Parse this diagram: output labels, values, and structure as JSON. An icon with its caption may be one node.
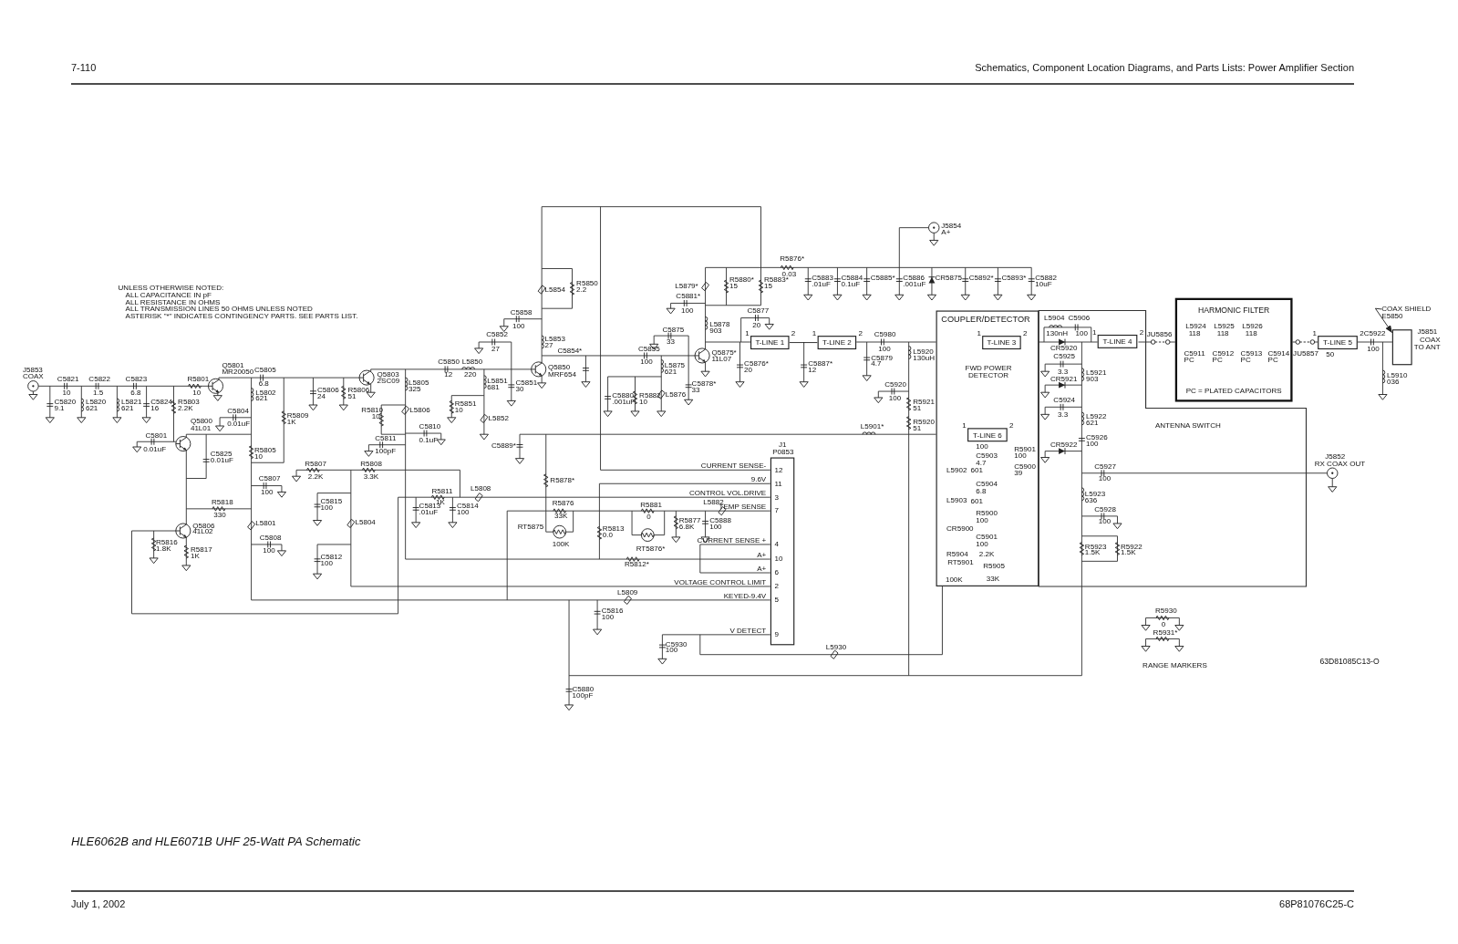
{
  "diagram": {
    "caption": "HLE6062B and HLE6071B UHF 25-Watt PA Schematic",
    "nodes": [
      {
        "text": [
          "COUPLER/DETECTOR",
          "FWD POWER DETECTOR"
        ]
      },
      {
        "text": [
          "T-LINE 3"
        ],
        "in": 0,
        "beside": [
          "1",
          "2"
        ]
      },
      {
        "text": [
          "T-LINE 6"
        ],
        "in": 0,
        "beside": [
          "1",
          "2",
          "100"
        ]
      },
      {
        "text": [
          "ANTENNA SWITCH"
        ]
      },
      {
        "text": [
          "T-LINE 4"
        ],
        "in": 3,
        "beside": [
          "1",
          "2"
        ]
      },
      {
        "text": [
          "HARMONIC FILTER",
          "PC = PLATED CAPACITORS"
        ]
      },
      {
        "text": [
          "T-LINE 1"
        ],
        "beside": [
          "1",
          "2"
        ]
      },
      {
        "text": [
          "T-LINE 2"
        ],
        "beside": [
          "1",
          "2"
        ]
      },
      {
        "text": [
          "T-LINE 5"
        ],
        "beside": [
          "1",
          "2",
          "50"
        ]
      },
      {
        "text": [
          "J1",
          "P0853"
        ]
      },
      {
        "text": [
          "COAX SHIELD",
          "E5850"
        ]
      },
      {
        "text": [],
        "shape": "box"
      }
    ],
    "edges": [
      {
        "from": 6,
        "to": 7,
        "arrow": "none"
      },
      {
        "from": 10,
        "to": 11,
        "arrow": "to"
      }
    ],
    "labels": [
      "7-110",
      "Schematics, Component Location Diagrams, and Parts Lists: Power Amplifier Section",
      "UNLESS OTHERWISE NOTED:",
      "ALL CAPACITANCE IN pF",
      "ALL RESISTANCE IN OHMS",
      "ALL TRANSMISSION LINES 50 OHMS UNLESS NOTED",
      "ASTERISK \"*\" INDICATES CONTINGENCY PARTS. SEE PARTS LIST.",
      "J5853",
      "COAX",
      "C5821",
      "10",
      "C5820",
      "9.1",
      "C5822",
      "1.5",
      "L5820",
      "621",
      "L5821",
      "621",
      "C5823",
      "6.8",
      "C5824",
      "16",
      "R5803",
      "2.2K",
      "R5801",
      "10",
      "Q5801",
      "MR20050",
      "C5805",
      "6.8",
      "L5802",
      "621",
      "C5804",
      "0.01uF",
      "R5809",
      "1K",
      "C5806",
      "24",
      "R5806",
      "51",
      "Q5803",
      "2SC09",
      "C5850",
      "12",
      "L5850",
      "220",
      "L5805",
      "325",
      "R5810",
      "10",
      "L5806",
      "C5810",
      "0.1uF",
      "C5811",
      "100pF",
      "L5851",
      "681",
      "R5851",
      "10",
      "L5852",
      "C5851",
      "30",
      "C5852",
      "27",
      "C5858",
      "100",
      "L5854",
      "R5850",
      "2.2",
      "L5853",
      "27",
      "Q5850",
      "MRF654",
      "C5854*",
      "C5855",
      "100",
      "C5875",
      "33",
      "L5875",
      "621",
      "C5880",
      ".001uF",
      "R5882",
      "10",
      "L5876",
      "C5878*",
      "33",
      "Q5875*",
      "11L07",
      "L5878",
      "903",
      "L5879*",
      "C5881*",
      "100",
      "R5880*",
      "15",
      "R5883*",
      "15",
      "R5876*",
      "0.03",
      "C5883",
      ".01uF",
      "C5884",
      "0.1uF",
      "C5885*",
      "C5886",
      ".001uF",
      "CR5875",
      "C5892*",
      "C5893*",
      "C5882",
      "10uF",
      "J5854",
      "A+",
      "C5877",
      "20",
      "C5876*",
      "20",
      "C5887*",
      "12",
      "C5980",
      "100",
      "C5879",
      "4.7",
      "L5920",
      "130uH",
      "C5920",
      "100",
      "R5921",
      "51",
      "R5920",
      "51",
      "L5901*",
      "C5889*",
      "R5878*",
      "CURRENT SENSE-",
      "12",
      "9.6V",
      "11",
      "CONTROL VOL.DRIVE",
      "3",
      "TEMP SENSE",
      "7",
      "CURRENT SENSE +",
      "4",
      "A+",
      "10",
      "A+",
      "6",
      "VOLTAGE CONTROL LIMIT",
      "2",
      "KEYED-9.4V",
      "5",
      "V DETECT",
      "9",
      "R5876",
      "33K",
      "RT5875",
      "100K",
      "R5881",
      "0",
      "RT5876*",
      "R5877",
      "6.8K",
      "C5888",
      "100",
      "L5882",
      "R5813",
      "0.0",
      "R5812*",
      "L5809",
      "C5816",
      "100",
      "C5930",
      "100",
      "L5930",
      "C5880",
      "100pF",
      "Q5800",
      "41L01",
      "C5801",
      "0.01uF",
      "C5825",
      "0.01uF",
      "R5805",
      "10",
      "C5807",
      "100",
      "R5818",
      "330",
      "L5801",
      "C5808",
      "100",
      "Q5806",
      "41L02",
      "R5817",
      "1K",
      "R5816",
      "1.8K",
      "R5807",
      "2.2K",
      "R5808",
      "3.3K",
      "C5815",
      "100",
      "L5804",
      "C5812",
      "100",
      "C5813",
      ".01uF",
      "R5811",
      "1K",
      "C5814",
      "100",
      "L5808",
      "L5904",
      "130nH",
      "C5906",
      "100",
      "CR5920",
      "JU5856",
      "L5924",
      "118",
      "L5925",
      "118",
      "L5926",
      "118",
      "C5911",
      "PC",
      "C5912",
      "PC",
      "C5913",
      "PC",
      "C5914",
      "PC",
      "JU5857",
      "C5922",
      "100",
      "L5910",
      "036",
      "J5851",
      "COAX TO ANT",
      "C5925",
      "3.3",
      "L5921",
      "903",
      "CR5921",
      "C5924",
      "3.3",
      "L5922",
      "621",
      "CR5922",
      "C5926",
      "100",
      "R5901",
      "100",
      "C5900",
      "39",
      "C5903",
      "4.7",
      "L5902",
      "601",
      "C5904",
      "6.8",
      "L5903",
      "601",
      "R5900",
      "100",
      "CR5900",
      "C5901",
      "100",
      "R5904",
      "2.2K",
      "RT5901",
      "100K",
      "R5905",
      "33K",
      "C5927",
      "100",
      "J5852",
      "RX COAX OUT",
      "L5923",
      "636",
      "C5928",
      "100",
      "R5923",
      "1.5K",
      "R5922",
      "1.5K",
      "R5930",
      "0",
      "R5931*",
      "RANGE MARKERS",
      "63D81085C13-O",
      "July 1, 2002",
      "68P81076C25-C"
    ]
  }
}
